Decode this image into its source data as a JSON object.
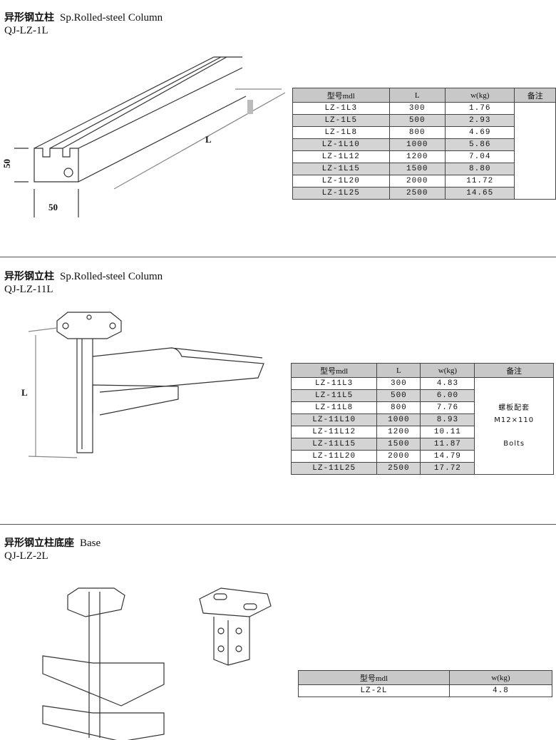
{
  "sections": [
    {
      "title_cn": "异形钢立柱",
      "title_en": "Sp.Rolled-steel Column",
      "code": "QJ-LZ-1L",
      "drawing_labels": {
        "height": "50",
        "width": "50",
        "length": "L"
      },
      "table": {
        "headers": [
          "型号mdl",
          "L",
          "w(kg)",
          "备注"
        ],
        "rows": [
          [
            "LZ-1L3",
            "300",
            "1.76"
          ],
          [
            "LZ-1L5",
            "500",
            "2.93"
          ],
          [
            "LZ-1L8",
            "800",
            "4.69"
          ],
          [
            "LZ-1L10",
            "1000",
            "5.86"
          ],
          [
            "LZ-1L12",
            "1200",
            "7.04"
          ],
          [
            "LZ-1L15",
            "1500",
            "8.80"
          ],
          [
            "LZ-1L20",
            "2000",
            "11.72"
          ],
          [
            "LZ-1L25",
            "2500",
            "14.65"
          ]
        ],
        "note": ""
      }
    },
    {
      "title_cn": "异形钢立柱",
      "title_en": "Sp.Rolled-steel Column",
      "code": "QJ-LZ-11L",
      "drawing_labels": {
        "length": "L"
      },
      "table": {
        "headers": [
          "型号mdl",
          "L",
          "w(kg)",
          "备注"
        ],
        "rows": [
          [
            "LZ-11L3",
            "300",
            "4.83"
          ],
          [
            "LZ-11L5",
            "500",
            "6.00"
          ],
          [
            "LZ-11L8",
            "800",
            "7.76"
          ],
          [
            "LZ-11L10",
            "1000",
            "8.93"
          ],
          [
            "LZ-11L12",
            "1200",
            "10.11"
          ],
          [
            "LZ-11L15",
            "1500",
            "11.87"
          ],
          [
            "LZ-11L20",
            "2000",
            "14.79"
          ],
          [
            "LZ-11L25",
            "2500",
            "17.72"
          ]
        ],
        "note_lines": [
          "螺板配套",
          "M12×110",
          "Bolts"
        ]
      }
    },
    {
      "title_cn": "异形钢立柱底座",
      "title_en": "Base",
      "code": "QJ-LZ-2L",
      "table": {
        "headers": [
          "型号mdl",
          "w(kg)"
        ],
        "rows": [
          [
            "LZ-2L",
            "4.8"
          ]
        ]
      }
    }
  ]
}
